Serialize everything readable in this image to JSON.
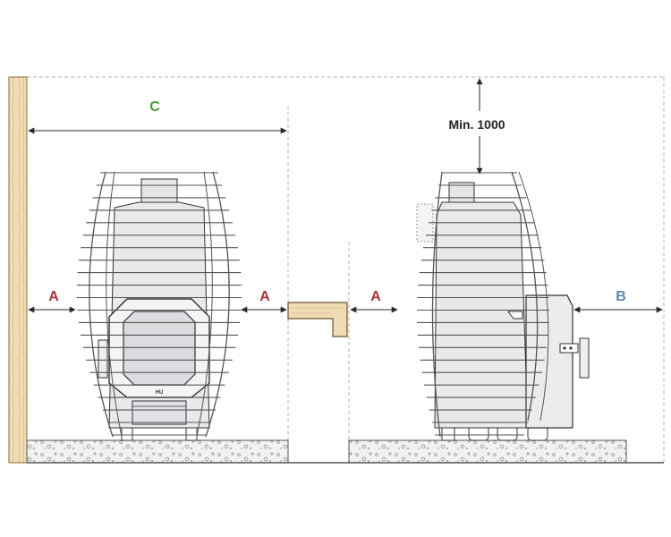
{
  "labels": {
    "a_left": "A",
    "a_middle": "A",
    "a_right": "A",
    "b": "B",
    "c": "C",
    "min_height": "Min. 1000"
  },
  "colors": {
    "a_label": "#a8333a",
    "b_label": "#5b86b0",
    "c_label": "#4a9a3c",
    "wood": "#f0dcb4",
    "wood_line": "#b89a66",
    "line": "#2a2a2a",
    "dashed": "#b0b0b0",
    "heater_fill": "#e9e9ec",
    "floor_fill": "#efefef"
  }
}
